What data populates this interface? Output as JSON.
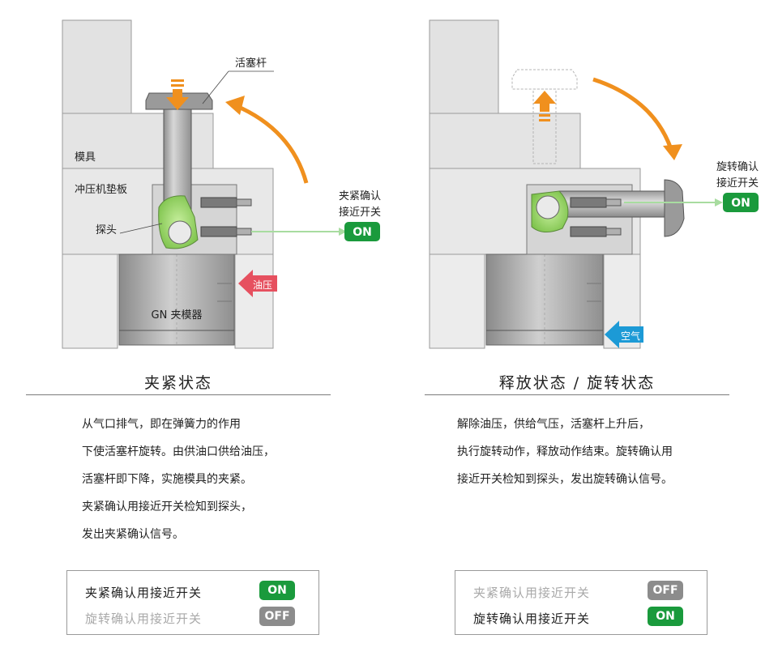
{
  "left_panel": {
    "labels": {
      "rod": "活塞杆",
      "mold": "模具",
      "bolster": "冲压机垫板",
      "probe": "探头",
      "clamp": "GN 夹模器"
    },
    "sensor_label_line1": "夹紧确认",
    "sensor_label_line2": "接近开关",
    "sensor_state": "ON",
    "inlet_label": "油压",
    "title": "夹紧状态",
    "description": [
      "从气口排气，即在弹簧力的作用",
      "下使活塞杆旋转。由供油口供给油压，",
      "活塞杆即下降，实施模具的夹紧。",
      "夹紧确认用接近开关检知到探头，",
      "发出夹紧确认信号。"
    ],
    "status": [
      {
        "label": "夹紧确认用接近开关",
        "state": "ON",
        "active": true
      },
      {
        "label": "旋转确认用接近开关",
        "state": "OFF",
        "active": false
      }
    ]
  },
  "right_panel": {
    "sensor_label_line1": "旋转确认",
    "sensor_label_line2": "接近开关",
    "sensor_state": "ON",
    "inlet_label": "空气",
    "title": "释放状态 / 旋转状态",
    "description": [
      "解除油压，供给气压，活塞杆上升后，",
      "执行旋转动作，释放动作结束。旋转确认用",
      "接近开关检知到探头，发出旋转确认信号。"
    ],
    "status": [
      {
        "label": "夹紧确认用接近开关",
        "state": "OFF",
        "active": false
      },
      {
        "label": "旋转确认用接近开关",
        "state": "ON",
        "active": true
      }
    ]
  },
  "colors": {
    "on": "#1a9a3c",
    "off": "#8c8c8c",
    "arrow_orange": "#f0901e",
    "oil_red": "#e6505f",
    "air_blue": "#1c9ad6",
    "probe_green": "#8ed05a",
    "signal_green": "#a8dca0"
  }
}
